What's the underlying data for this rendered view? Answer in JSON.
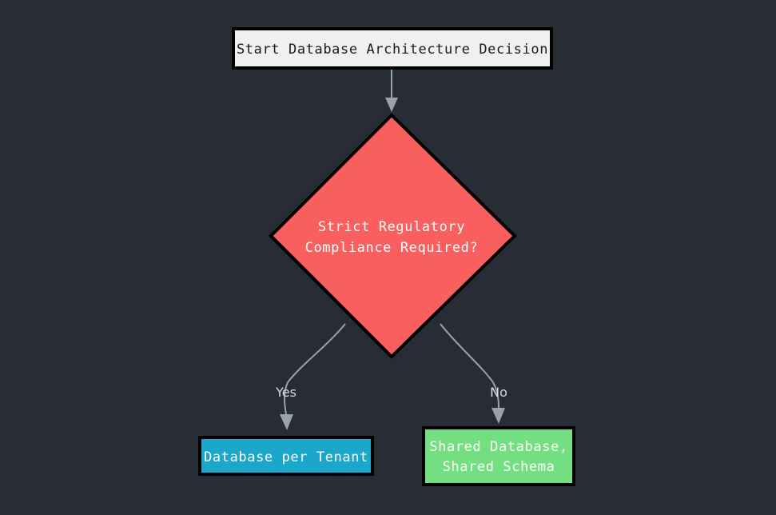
{
  "diagram": {
    "title": "Database Architecture Decision",
    "type": "flowchart",
    "direction": "top-down",
    "background_color": "#282c34",
    "nodes": [
      {
        "id": "start",
        "shape": "rectangle",
        "label": "Start Database Architecture Decision",
        "fill": "#f0f0f0",
        "text_color": "#1a1a1a",
        "border_color": "#000000"
      },
      {
        "id": "decision",
        "shape": "diamond",
        "label_line_1": "Strict Regulatory",
        "label_line_2": "Compliance Required?",
        "fill": "#fa5f5f",
        "text_color": "#ffffff",
        "border_color": "#000000"
      },
      {
        "id": "per-tenant",
        "shape": "rectangle",
        "label": "Database per Tenant",
        "fill": "#1ba6cc",
        "text_color": "#ffffff",
        "border_color": "#000000"
      },
      {
        "id": "shared-schema",
        "shape": "rectangle",
        "label_line_1": "Shared Database,",
        "label_line_2": "Shared Schema",
        "fill": "#74df80",
        "text_color": "#ffffff",
        "border_color": "#000000"
      }
    ],
    "edges": [
      {
        "id": "start-to-decision",
        "from": "start",
        "to": "decision",
        "label": "",
        "color": "#9aa2ae"
      },
      {
        "id": "decision-yes",
        "from": "decision",
        "to": "per-tenant",
        "label": "Yes",
        "color": "#9aa2ae",
        "label_color": "#d7dae0"
      },
      {
        "id": "decision-no",
        "from": "decision",
        "to": "shared-schema",
        "label": "No",
        "color": "#9aa2ae",
        "label_color": "#d7dae0"
      }
    ]
  }
}
